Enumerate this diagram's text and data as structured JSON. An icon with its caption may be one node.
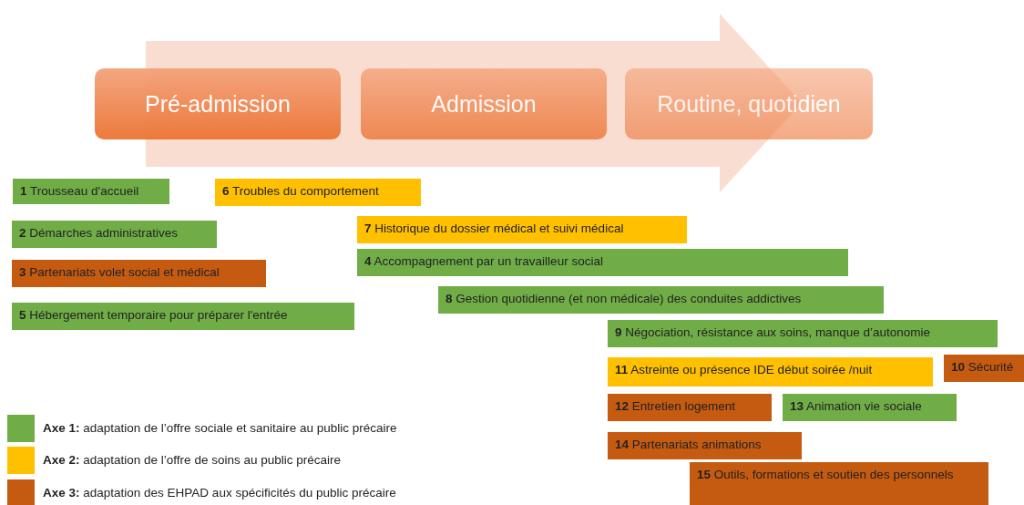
{
  "diagram": {
    "nodes": [
      {
        "text": [
          "Pré-admission"
        ]
      },
      {
        "text": [
          "Admission"
        ]
      },
      {
        "text": [
          "Routine, quotidien"
        ]
      },
      {
        "text": [
          "**1** Trousseau d'accueil"
        ]
      },
      {
        "text": [
          "**6** Troubles du comportement"
        ]
      },
      {
        "text": [
          "**2** Démarches administratives"
        ]
      },
      {
        "text": [
          "**7** Historique du dossier médical et suivi médical"
        ]
      },
      {
        "text": [
          "**3** Partenariats volet social et médical"
        ]
      },
      {
        "text": [
          "**4**  Accompagnement par un travailleur social"
        ]
      },
      {
        "text": [
          "**5** Hébergement temporaire pour préparer l'entrée"
        ]
      },
      {
        "text": [
          "**8** Gestion quotidienne (et non médicale) des conduites addictives"
        ]
      },
      {
        "text": [
          "**9** Négociation, résistance aux soins, manque d’autonomie"
        ]
      },
      {
        "text": [
          "**11** Astreinte ou présence IDE début soirée /nuit"
        ]
      },
      {
        "text": [
          "**10** Sécurité"
        ]
      },
      {
        "text": [
          "**12** Entretien logement"
        ]
      },
      {
        "text": [
          "**13** Animation vie sociale"
        ]
      },
      {
        "text": [
          "**14** Partenariats animations"
        ]
      },
      {
        "text": [
          "**15** Outils, formations et soutien des personnels"
        ]
      }
    ],
    "legend": [
      {
        "text": "**Axe 1:** adaptation de l’offre sociale et sanitaire au public précaire",
        "color": "#70ad47"
      },
      {
        "text": "**Axe 2:** adaptation de l’offre de soins au public précaire",
        "color": "#ffc000"
      },
      {
        "text": "**Axe 3:** adaptation des EHPAD aux spécificités du public précaire",
        "color": "#c55a11"
      }
    ]
  }
}
